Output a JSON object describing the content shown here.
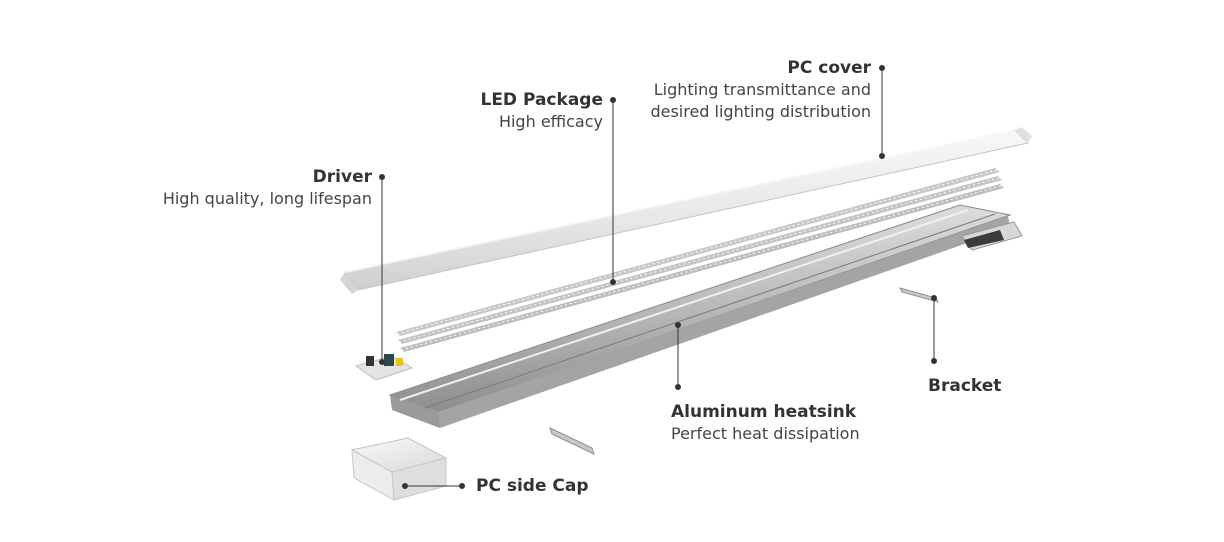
{
  "labels": {
    "pc_cover": {
      "title": "PC cover",
      "desc_line1": "Lighting transmittance and",
      "desc_line2": "desired lighting distribution"
    },
    "led_package": {
      "title": "LED Package",
      "desc": "High efficacy"
    },
    "driver": {
      "title": "Driver",
      "desc": "High quality, long lifespan"
    },
    "bracket": {
      "title": "Bracket"
    },
    "heatsink": {
      "title": "Aluminum heatsink",
      "desc": "Perfect heat dissipation"
    },
    "side_cap": {
      "title": "PC side Cap"
    }
  }
}
